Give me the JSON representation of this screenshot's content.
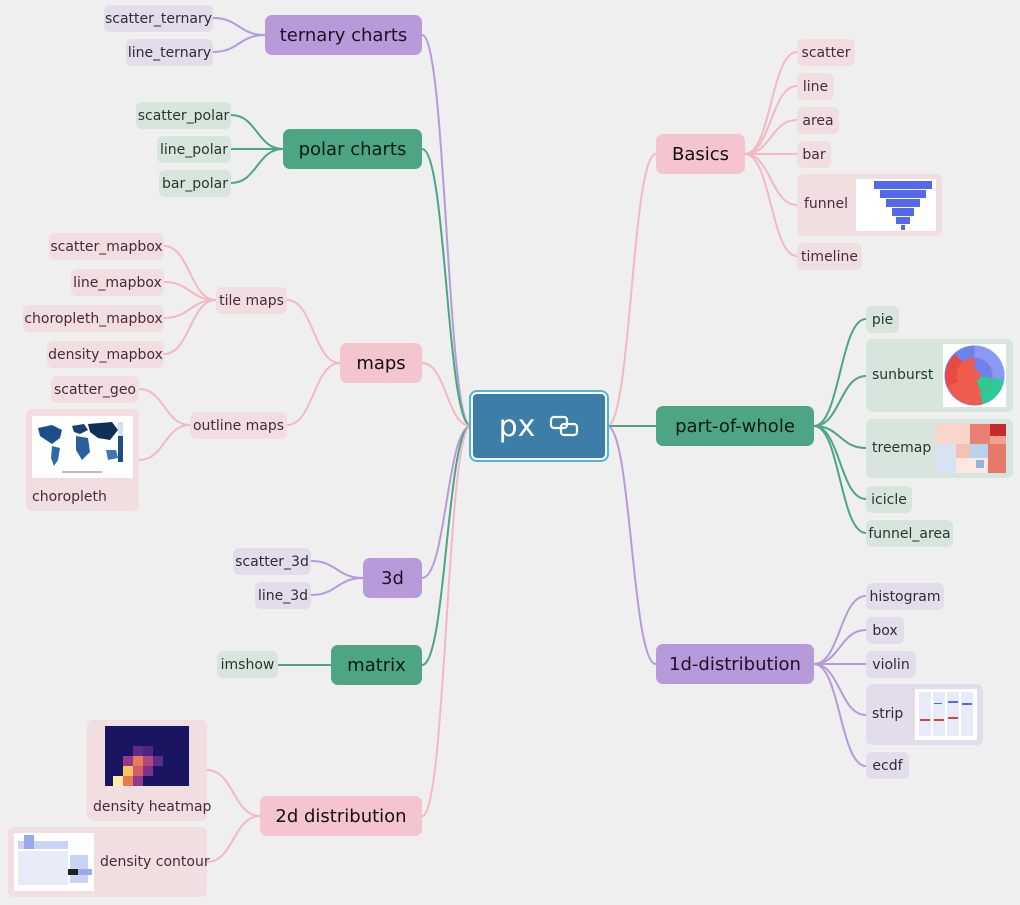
{
  "root": {
    "label": "px"
  },
  "branches": {
    "ternary": {
      "label": "ternary charts",
      "items": [
        "scatter_ternary",
        "line_ternary"
      ]
    },
    "polar": {
      "label": "polar charts",
      "items": [
        "scatter_polar",
        "line_polar",
        "bar_polar"
      ]
    },
    "maps": {
      "label": "maps",
      "tile": {
        "label": "tile maps",
        "items": [
          "scatter_mapbox",
          "line_mapbox",
          "choropleth_mapbox",
          "density_mapbox"
        ]
      },
      "outline": {
        "label": "outline maps",
        "items": [
          "scatter_geo",
          "choropleth"
        ]
      }
    },
    "three_d": {
      "label": "3d",
      "items": [
        "scatter_3d",
        "line_3d"
      ]
    },
    "matrix": {
      "label": "matrix",
      "items": [
        "imshow"
      ]
    },
    "dist2d": {
      "label": "2d distribution",
      "items": [
        "density heatmap",
        "density contour"
      ]
    },
    "basics": {
      "label": "Basics",
      "items": [
        "scatter",
        "line",
        "area",
        "bar",
        "funnel",
        "timeline"
      ]
    },
    "part": {
      "label": "part-of-whole",
      "items": [
        "pie",
        "sunburst",
        "treemap",
        "icicle",
        "funnel_area"
      ]
    },
    "dist1d": {
      "label": "1d-distribution",
      "items": [
        "histogram",
        "box",
        "violin",
        "strip",
        "ecdf"
      ]
    }
  },
  "colors": {
    "pink_edge": "#f3b8c4",
    "green_edge": "#4ea583",
    "purple_edge": "#b79ada",
    "root": "#3d7ea8"
  },
  "icons": {
    "root": "link-icon"
  }
}
